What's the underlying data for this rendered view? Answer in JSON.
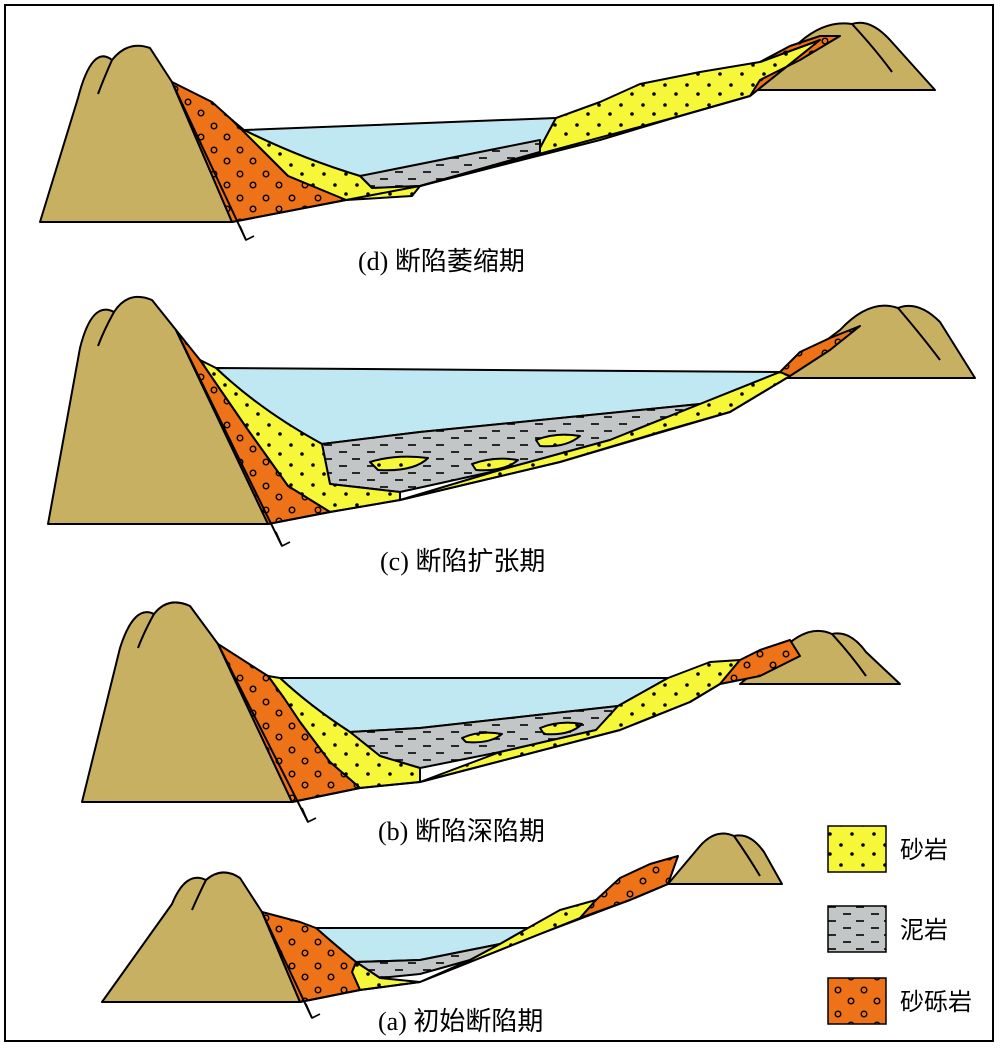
{
  "colors": {
    "mountain": "#c8b063",
    "water": "#bfe8f2",
    "sandstone": "#f7f73a",
    "mudstone": "#c2c6c6",
    "conglomerate": "#ee7217",
    "outline": "#000000"
  },
  "captions": {
    "d": "(d) 断陷萎缩期",
    "c": "(c) 断陷扩张期",
    "b": "(b) 断陷深陷期",
    "a": "(a) 初始断陷期"
  },
  "legend": [
    {
      "label": "砂岩",
      "pattern": "sandstone"
    },
    {
      "label": "泥岩",
      "pattern": "mudstone"
    },
    {
      "label": "砂砾岩",
      "pattern": "conglomerate"
    }
  ]
}
